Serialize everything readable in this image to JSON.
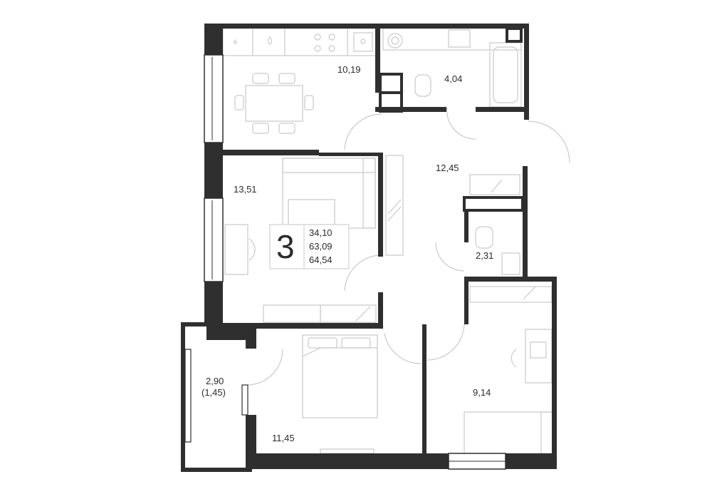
{
  "apartment": {
    "rooms_count": "3",
    "living_area": "34,10",
    "total_area": "63,09",
    "total_area_with_balcony": "64,54"
  },
  "rooms": {
    "kitchen": "10,19",
    "bathroom": "4,04",
    "hallway": "12,45",
    "living_room": "13,51",
    "wc": "2,31",
    "balcony": "2,90",
    "balcony_reduced": "(1,45)",
    "bedroom": "11,45",
    "kids_room": "9,14"
  },
  "colors": {
    "wall": "#2f2f2f",
    "furniture": "#c9c9c9",
    "text": "#2b2b2b"
  }
}
